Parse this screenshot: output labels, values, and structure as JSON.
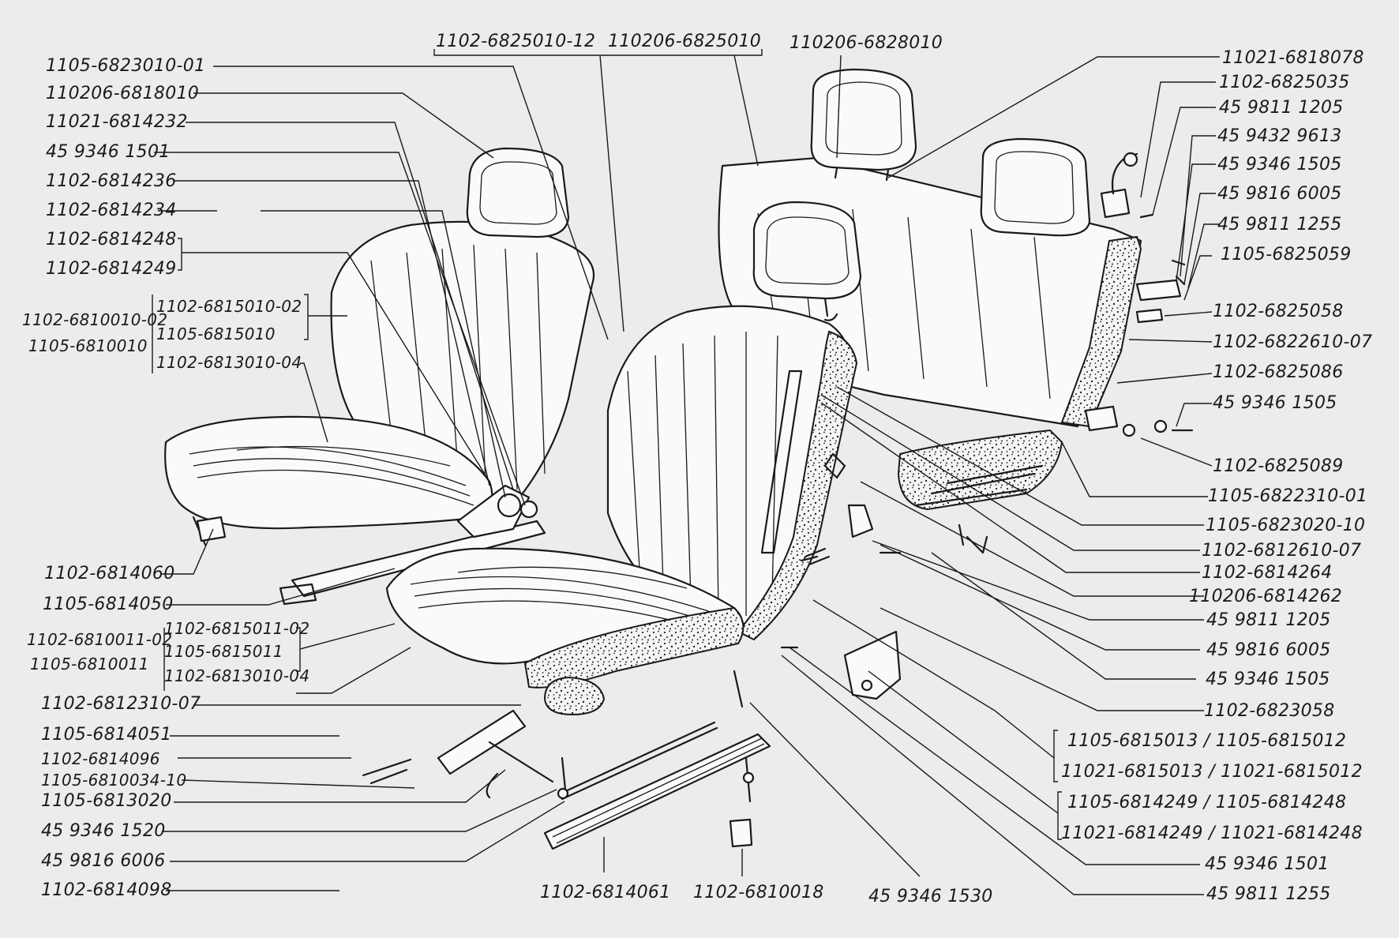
{
  "labels": {
    "top_bracket_a": "1102-6825010-12",
    "top_bracket_b": "110206-6825010",
    "top_rear_headrest": "110206-6828010",
    "l01": "1105-6823010-01",
    "l02": "110206-6818010",
    "l03": "11021-6814232",
    "l04": "45 9346 1501",
    "l05": "1102-6814236",
    "l06": "1102-6814234",
    "l07": "1102-6814248",
    "l08": "1102-6814249",
    "l09_outer_a": "1102-6810010-02",
    "l09_outer_b": "1105-6810010",
    "l09_inner_a": "1102-6815010-02",
    "l09_inner_b": "1105-6815010",
    "l09_inner_c": "1102-6813010-04",
    "l10": "1102-6814060",
    "l11": "1105-6814050",
    "l12_outer_a": "1102-6810011-02",
    "l12_outer_b": "1105-6810011",
    "l12_inner_a": "1102-6815011-02",
    "l12_inner_b": "1105-6815011",
    "l12_inner_c": "1102-6813010-04",
    "l13": "1102-6812310-07",
    "l14": "1105-6814051",
    "l15": "1102-6814096",
    "l16": "1105-6810034-10",
    "l17": "1105-6813020",
    "l18": "45 9346 1520",
    "l19": "45 9816 6006",
    "l20": "1102-6814098",
    "b1": "1102-6814061",
    "b2": "1102-6810018",
    "b3": "45 9346 1530",
    "r01": "11021-6818078",
    "r02": "1102-6825035",
    "r03": "45 9811 1205",
    "r04": "45 9432 9613",
    "r05": "45 9346 1505",
    "r06": "45 9816 6005",
    "r07": "45 9811 1255",
    "r08": "1105-6825059",
    "r09": "1102-6825058",
    "r10": "1102-6822610-07",
    "r11": "1102-6825086",
    "r12": "45 9346 1505",
    "r13": "1102-6825089",
    "r14": "1105-6822310-01",
    "r15": "1105-6823020-10",
    "r16": "1102-6812610-07",
    "r17": "1102-6814264",
    "r18": "110206-6814262",
    "r19": "45 9811 1205",
    "r20": "45 9816 6005",
    "r21": "45 9346 1505",
    "r22": "1102-6823058",
    "r23": "1105-6815013 / 1105-6815012",
    "r24": "11021-6815013 / 11021-6815012",
    "r25": "1105-6814249 / 1105-6814248",
    "r26": "11021-6814249 / 11021-6814248",
    "r27": "45 9346 1501",
    "r28": "45 9811 1255"
  }
}
